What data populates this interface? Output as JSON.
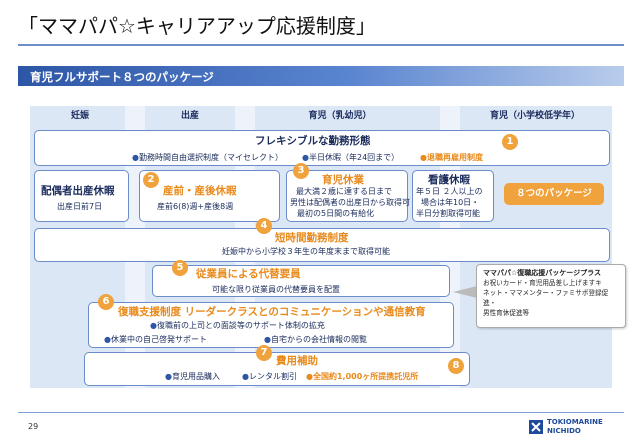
{
  "title": "「ママパパ☆キャリアアップ応援制度」",
  "section": "育児フルサポート８つのパッケージ",
  "stages": [
    "妊娠",
    "出産",
    "育児（乳幼児）",
    "育児（小学校低学年）"
  ],
  "pkg": {
    "flex": {
      "num": "1",
      "title": "フレキシブルな勤務形態",
      "b1": "勤務時間自由選択制度（マイセレクト）",
      "b2": "半日休暇（年24回まで）",
      "b3": "退職再雇用制度"
    },
    "spouse": {
      "title": "配偶者出産休暇",
      "l1": "出産日前7日"
    },
    "maternity": {
      "num": "2",
      "title": "産前・産後休暇",
      "l1": "産前6(8)週+産後8週"
    },
    "childcare": {
      "num": "3",
      "title": "育児休業",
      "l1": "最大満２歳に達する日まで",
      "l2": "男性は配偶者の出産日から取得可",
      "l3": "最初の5日間の有給化"
    },
    "nursing": {
      "title": "看護休暇",
      "l1": "年５日 ２人以上の",
      "l2": "場合は年10日・",
      "l3": "半日分割取得可能"
    },
    "badge": "８つのパッケージ",
    "short": {
      "num": "4",
      "title": "短時間勤務制度",
      "l1": "妊娠中から小学校３年生の年度末まで取得可能"
    },
    "sub": {
      "num": "5",
      "title": "従業員による代替要員",
      "l1": "可能な限り従業員の代替要員を配置"
    },
    "support": {
      "num": "6",
      "title": "復職支援制度 リーダークラスとのコミュニケーションや通信教育",
      "b1": "復職前の上司との面談等のサポート体制の拡充",
      "b2": "休業中の自己啓発サポート",
      "b3": "自宅からの会社情報の閲覧"
    },
    "cost": {
      "num": "7",
      "title": "費用補助",
      "b1": "育児用品購入",
      "b2": "レンタル割引",
      "b3": "全国約1,000ヶ所提携託児所",
      "num8": "8"
    }
  },
  "callout": {
    "title": "ママパパ☆復職応援パッケージプラス",
    "l1": "お祝いカード・育児用品差し上げますキ",
    "l2": "ネット・ママメンター・ファミサポ登録促進・",
    "l3": "男性育休促進等"
  },
  "footer": {
    "page": "29",
    "logo1": "TOKIOMARINE",
    "logo2": "NICHIDO"
  },
  "colors": {
    "accent": "#e98a1c",
    "navy": "#1a2b5c",
    "blue": "#2d56a6"
  }
}
